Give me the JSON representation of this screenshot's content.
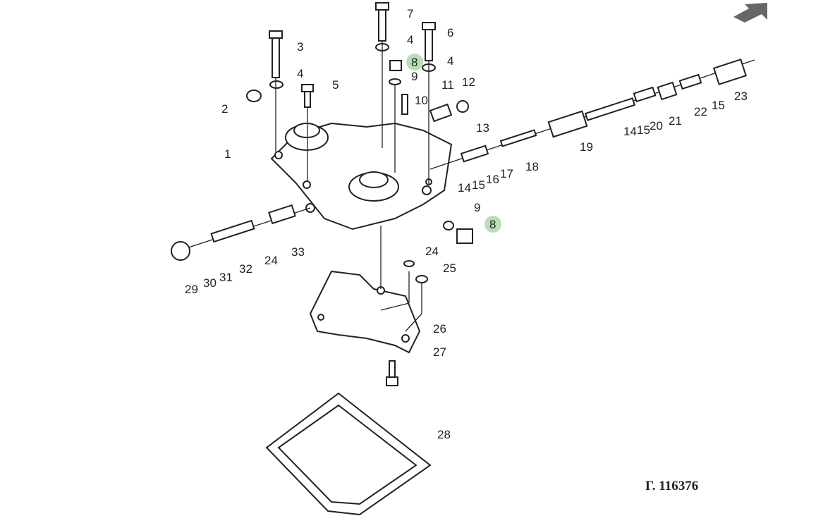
{
  "diagram": {
    "reference_number": "Γ. 116376",
    "highlight_color": "#a8d5a8",
    "nav_arrow": "arrow-up-right-icon",
    "callouts": [
      "3",
      "4",
      "7",
      "4",
      "6",
      "4",
      "8",
      "9",
      "5",
      "2",
      "10",
      "11",
      "12",
      "13",
      "1",
      "14",
      "15",
      "16",
      "17",
      "18",
      "19",
      "14",
      "15",
      "20",
      "21",
      "22",
      "15",
      "23",
      "9",
      "8",
      "24",
      "25",
      "29",
      "30",
      "31",
      "32",
      "24",
      "33",
      "26",
      "27",
      "28"
    ],
    "highlighted": [
      "8"
    ]
  }
}
